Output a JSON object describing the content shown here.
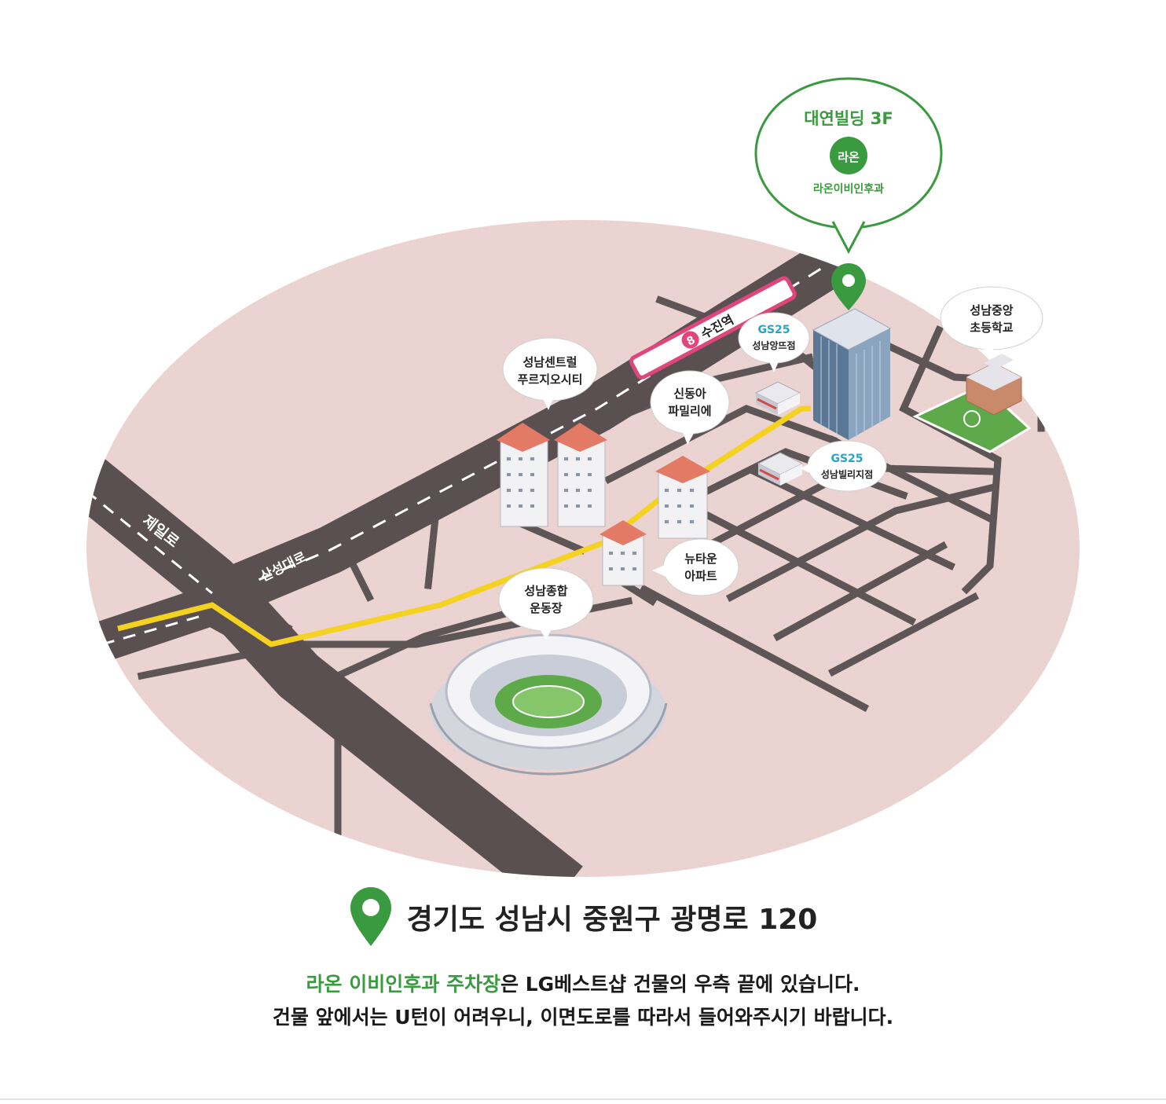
{
  "callout": {
    "building": "대연빌딩 3F",
    "logo_mark": "라온",
    "clinic_name": "라온이비인후과",
    "accent_color": "#3a9a3f"
  },
  "roads": {
    "jeil": "제일로",
    "sanseong": "산성대로"
  },
  "station": {
    "line_number": "8",
    "name": "수진역",
    "line_color": "#e0457b"
  },
  "landmarks": {
    "central": [
      "성남센트럴",
      "푸르지오시티"
    ],
    "shindonga": [
      "신동아",
      "파밀리에"
    ],
    "newtown": [
      "뉴타운",
      "아파트"
    ],
    "stadium": [
      "성남종합",
      "운동장"
    ],
    "school": [
      "성남중앙",
      "초등학교"
    ],
    "gs1_brand": "GS25",
    "gs1_name": "성남앙뜨점",
    "gs2_brand": "GS25",
    "gs2_name": "성남빌리지점"
  },
  "address": {
    "text": "경기도 성남시 중원구 광명로 120",
    "pin_icon": "location-pin-icon"
  },
  "description": {
    "line1_highlight": "라온 이비인후과 주차장",
    "line1_rest": "은 LG베스트샵 건물의 우측 끝에 있습니다.",
    "line2": "건물 앞에서는 U턴이 어려우니, 이면도로를 따라서 들어와주시기 바랍니다."
  }
}
